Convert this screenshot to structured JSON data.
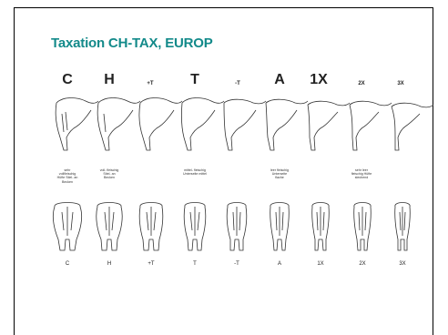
{
  "title": "Taxation CH-TAX, EUROP",
  "classes": [
    {
      "top": "C",
      "bottom": "C",
      "note": "sehr vollfleischig Hüfte Stiel- an Becken"
    },
    {
      "top": "H",
      "bottom": "H",
      "note": "voll- fleischig Stiel- an Becken"
    },
    {
      "top": "+T",
      "bottom": "+T",
      "note": ""
    },
    {
      "top": "T",
      "bottom": "T",
      "note": "mittel- fleischig Unterseite mittel"
    },
    {
      "top": "-T",
      "bottom": "-T",
      "note": ""
    },
    {
      "top": "A",
      "bottom": "A",
      "note": "leer fleischig Unterseite flache"
    },
    {
      "top": "1X",
      "bottom": "1X",
      "note": ""
    },
    {
      "top": "2X",
      "bottom": "2X",
      "note": "sehr leer fleischig Hüfte stechend"
    },
    {
      "top": "3X",
      "bottom": "3X",
      "note": ""
    }
  ]
}
